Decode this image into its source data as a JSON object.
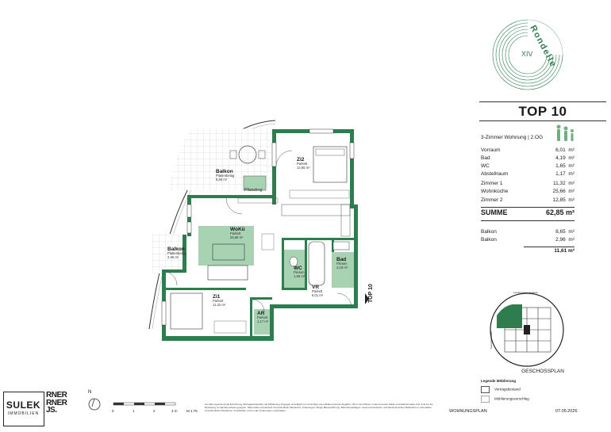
{
  "brand": {
    "logo_roman": "XIV",
    "logo_word": "Rondelle"
  },
  "unit": {
    "title": "TOP 10",
    "subtitle": "3-Zimmer Wohnung | 2.OG",
    "areas": [
      {
        "label": "Vorraum",
        "value": "6,01",
        "unit": "m²"
      },
      {
        "label": "Bad",
        "value": "4,19",
        "unit": "m²"
      },
      {
        "label": "WC",
        "value": "1,65",
        "unit": "m²"
      },
      {
        "label": "Abstellraum",
        "value": "1,17",
        "unit": "m²"
      },
      {
        "label": "Zimmer 1",
        "value": "11,32",
        "unit": "m²"
      },
      {
        "label": "Wohnküche",
        "value": "25,66",
        "unit": "m²"
      },
      {
        "label": "Zimmer 2",
        "value": "12,85",
        "unit": "m²"
      }
    ],
    "sum_label": "SUMME",
    "sum_value": "62,85 m²",
    "balconies": [
      {
        "label": "Balkon",
        "value": "8,65",
        "unit": "m²"
      },
      {
        "label": "Balkon",
        "value": "2,96",
        "unit": "m²"
      }
    ],
    "balcony_total": "11,61 m²"
  },
  "rooms": {
    "zi2": {
      "name": "Zi2",
      "floor": "Parkett",
      "area": "12,85 m²"
    },
    "balkon1": {
      "name": "Balkon",
      "floor": "Plattenbelag",
      "area": "8,65 m²"
    },
    "pflanztrog": {
      "name": "Pflanztrog"
    },
    "woku": {
      "name": "WoKü",
      "floor": "Parkett",
      "area": "25,66 m²"
    },
    "balkon2": {
      "name": "Balkon",
      "floor": "Plattenbelag",
      "area": "2,96 m²"
    },
    "wc": {
      "name": "WC",
      "floor": "Fliesen",
      "area": "1,65 m²"
    },
    "bad": {
      "name": "Bad",
      "floor": "Fliesen",
      "area": "4,19 m²"
    },
    "vr": {
      "name": "VR",
      "floor": "Parkett",
      "area": "6,01 m²"
    },
    "zi1": {
      "name": "Zi1",
      "floor": "Parkett",
      "area": "11,32 m²"
    },
    "ar": {
      "name": "AR",
      "floor": "Parkett",
      "area": "1,17 m²"
    }
  },
  "entrance_label": "TOP 10",
  "keyplan": {
    "title": "GESCHOSSPLAN",
    "street_top": "Landesmuseumsgasse",
    "street_left": "Sportplatzstraße"
  },
  "legend": {
    "title": "Legende Möblierung",
    "items": [
      "Vertragsbestand",
      "Möblierungsvorschlag"
    ]
  },
  "north": "N",
  "scale": {
    "ticks": [
      "0",
      "1",
      "2",
      "3 m"
    ],
    "ratio": "M 1:75"
  },
  "footer": {
    "disclaimer": "Gemäß Legende ist die Einrichtung Vertragsbestandteil, die Möblierung hingegen ist lediglich ein Vorschlag und entfaltet keinerlei Angaben. Die in den Plänen vorkommenden Maße und Flächenmaße sind nicht für die Bestellung von Einbaumöbeln geeignet. Naturmaße erforderlich! Unverbindliche Planskizze. Änderungen infolge Bauausführung, Behördenauflagen, sowie konstruktiven und bautechnischen Maßnahmen vorbehalten. Unverbindliche Planskizze. Druckfehler, Irrtum oder Änderungen vorbehalten.",
    "plan_type": "WOHNUNGSPLAN",
    "date": "07.05.2026"
  },
  "developer": {
    "main": "SULEK",
    "sub": "IMMOBILIEN",
    "ext_lines": [
      "RNER",
      "RNER",
      "JS."
    ]
  },
  "colors": {
    "accent": "#2e7d4f",
    "accent_light": "#a8d3b3",
    "wall": "#2e7d4f"
  }
}
